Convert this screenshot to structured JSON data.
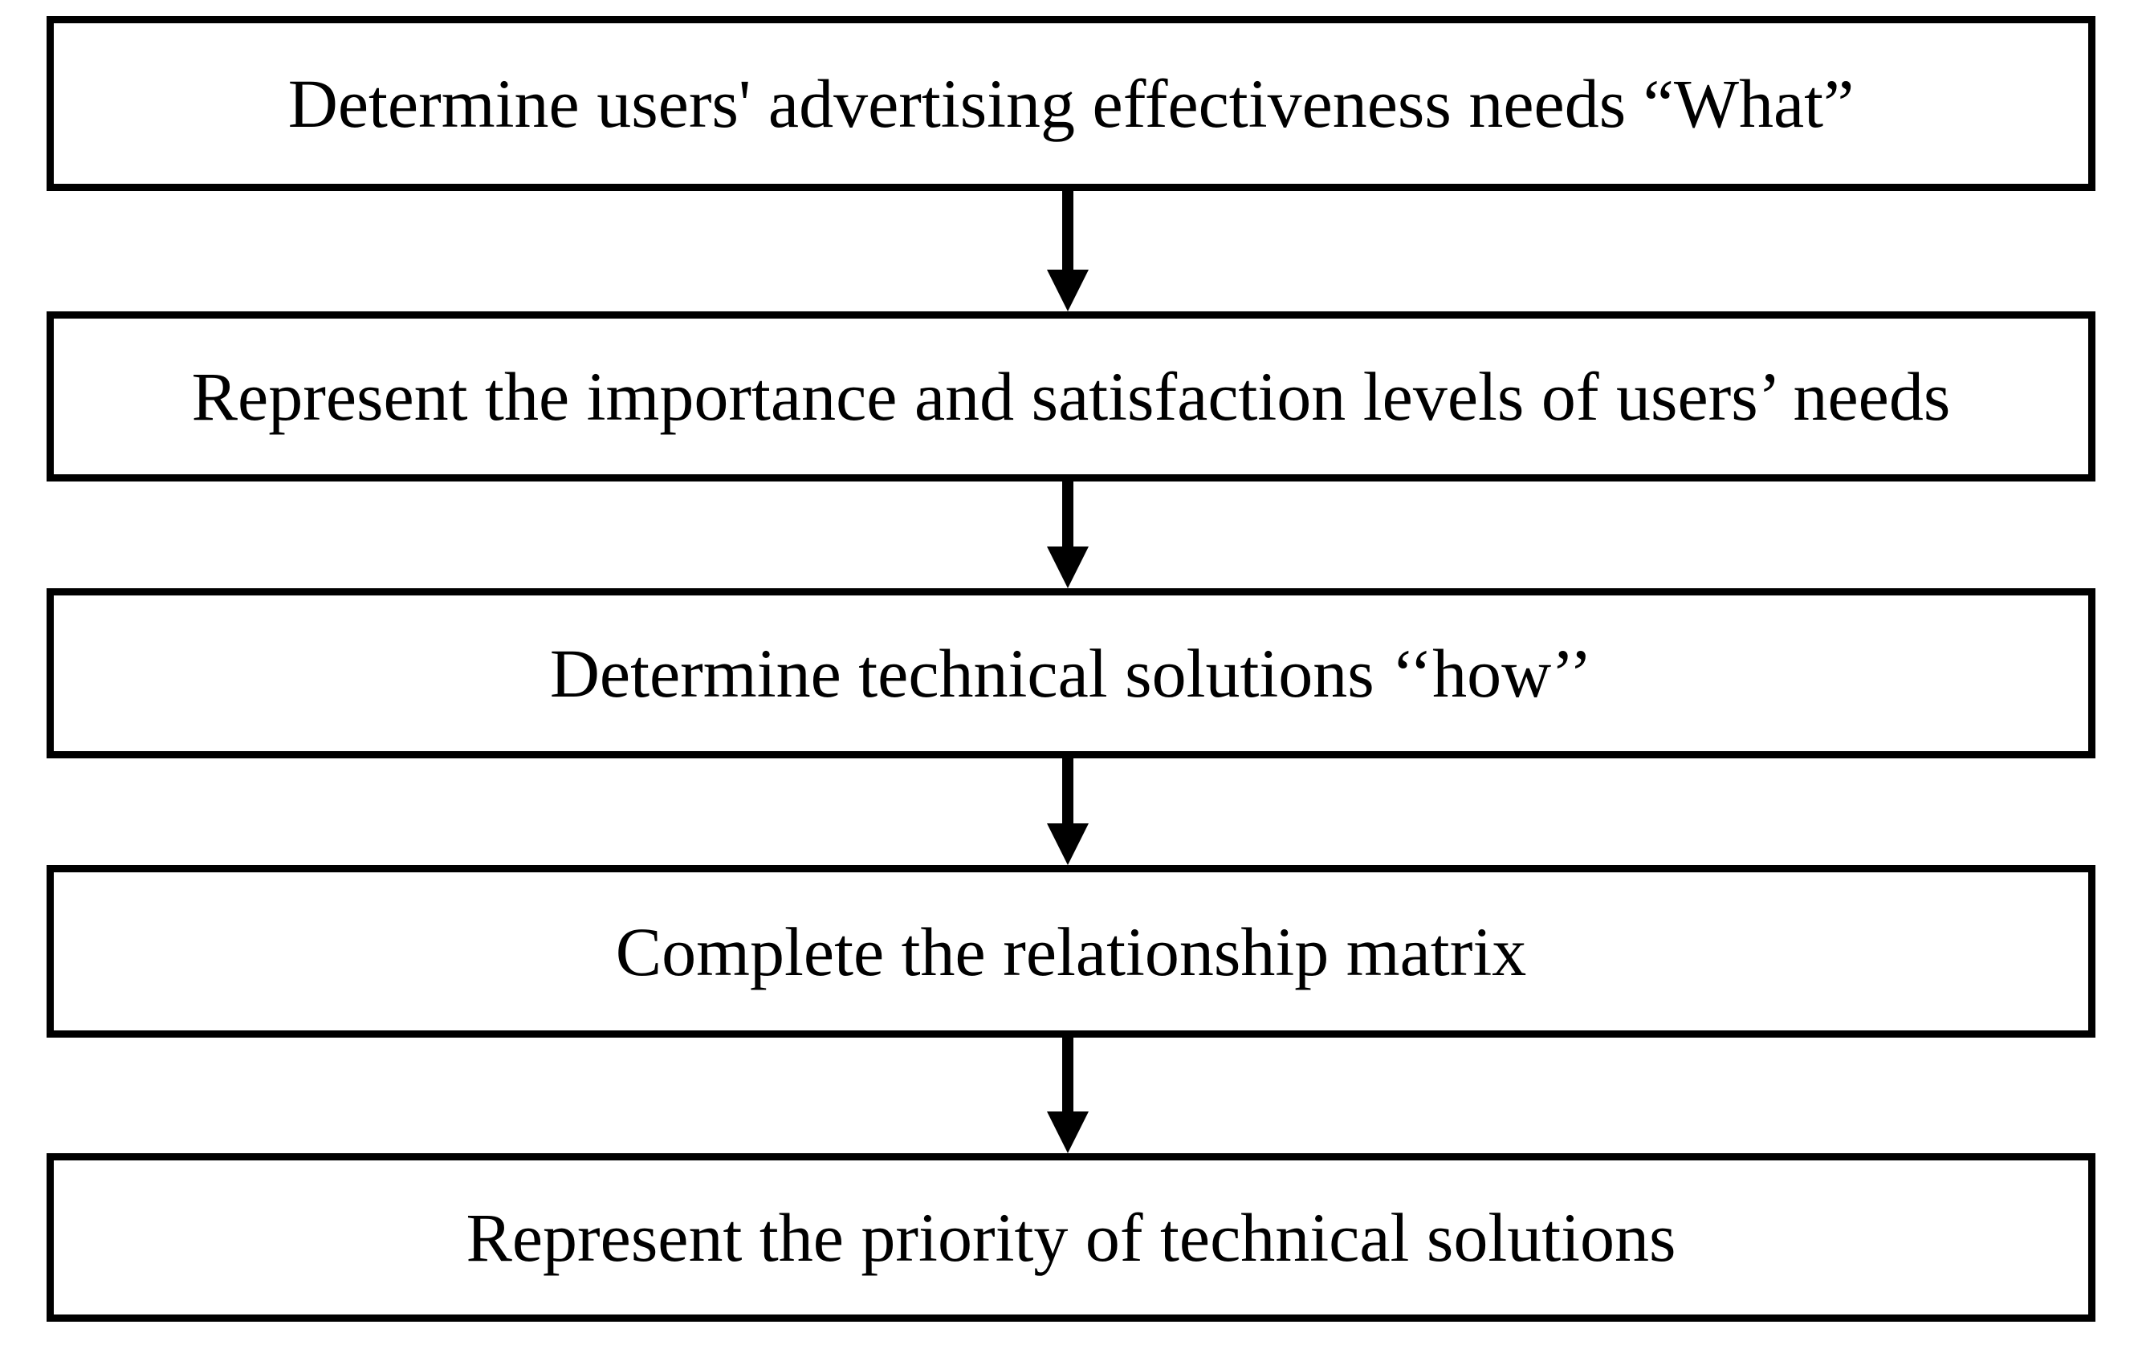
{
  "diagram": {
    "type": "flowchart",
    "direction": "top-down",
    "title": "",
    "steps": [
      {
        "id": 1,
        "label": "Determine users' advertising effectiveness needs “What”"
      },
      {
        "id": 2,
        "label": "Represent the importance and satisfaction levels of users’ needs"
      },
      {
        "id": 3,
        "label": "Determine technical solutions ‘‘how’’"
      },
      {
        "id": 4,
        "label": "Complete the relationship matrix"
      },
      {
        "id": 5,
        "label": "Represent the priority of technical solutions"
      }
    ],
    "connectors": [
      {
        "from": 1,
        "to": 2,
        "style": "solid-down-arrow"
      },
      {
        "from": 2,
        "to": 3,
        "style": "solid-down-arrow"
      },
      {
        "from": 3,
        "to": 4,
        "style": "solid-down-arrow"
      },
      {
        "from": 4,
        "to": 5,
        "style": "solid-down-arrow"
      }
    ],
    "colors": {
      "background": "#ffffff",
      "box_fill": "#ffffff",
      "box_border": "#000000",
      "text": "#000000",
      "arrow": "#000000"
    }
  }
}
